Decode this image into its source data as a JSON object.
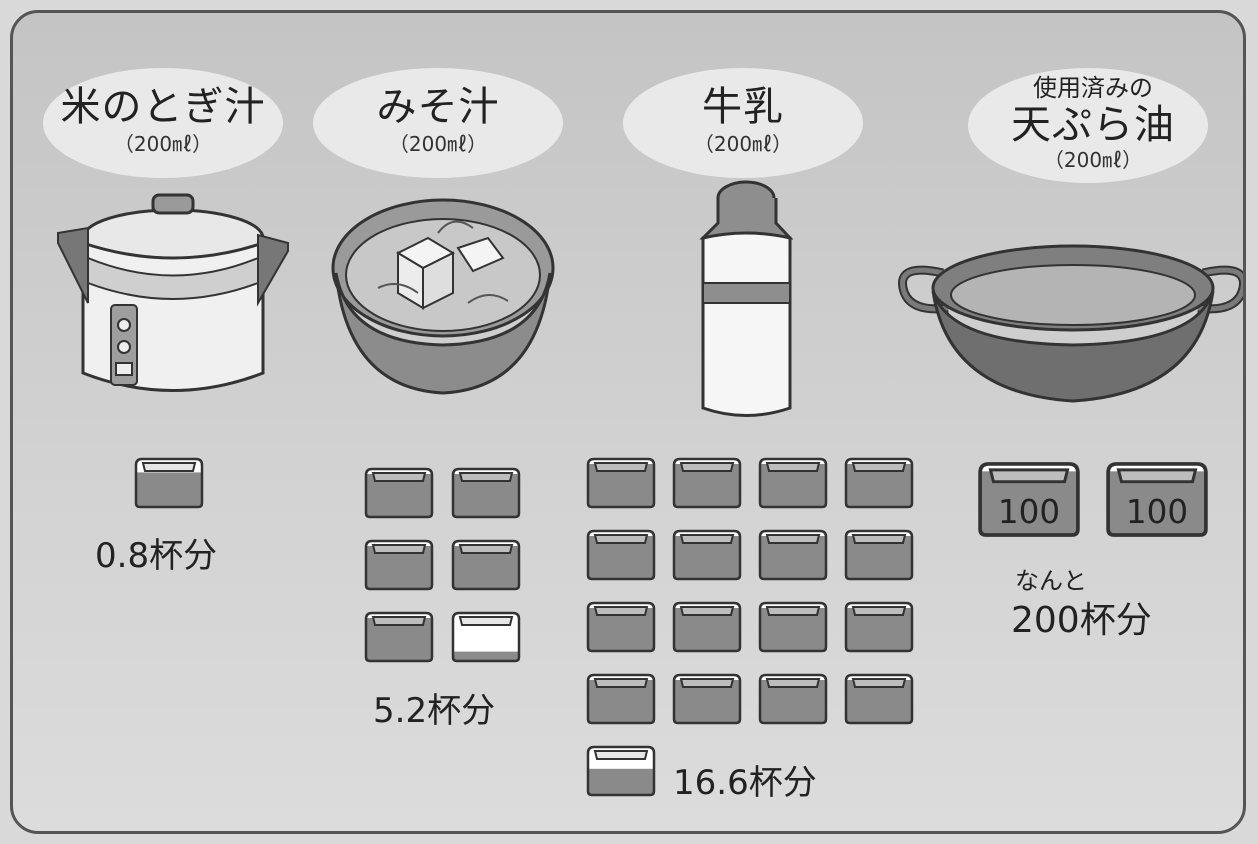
{
  "items": [
    {
      "name": "米のとぎ汁",
      "amount": "（200㎖）",
      "result": "0.8杯分",
      "full_cups": 0,
      "partial": 0.8
    },
    {
      "name": "みそ汁",
      "amount": "（200㎖）",
      "result": "5.2杯分",
      "full_cups": 5,
      "partial": 0.2
    },
    {
      "name": "牛乳",
      "amount": "（200㎖）",
      "result": "16.6杯分",
      "full_cups": 16,
      "partial": 0.6
    },
    {
      "name_prefix": "使用済みの",
      "name": "天ぷら油",
      "amount": "（200㎖）",
      "result_prefix": "なんと",
      "result": "200杯分",
      "cup_labels": [
        "100",
        "100"
      ]
    }
  ],
  "colors": {
    "cup_fill": "#8a8a8a",
    "cup_rim": "#bdbdbd",
    "cup_empty": "#ffffff",
    "label_bg": "#e9e9e9"
  }
}
